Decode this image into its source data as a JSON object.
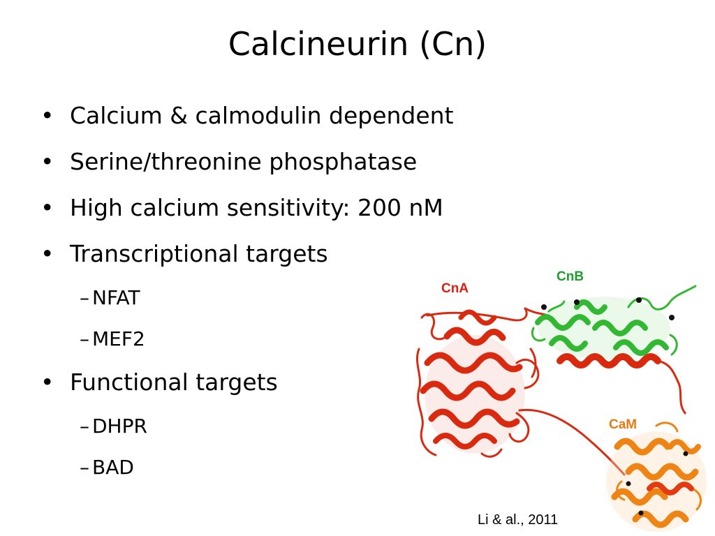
{
  "title": "Calcineurin (Cn)",
  "bullets": [
    "Calcium & calmodulin dependent",
    "Serine/threonine phosphatase",
    "High calcium sensitivity: 200 nM",
    "Transcriptional targets",
    "Functional targets"
  ],
  "transcriptional_targets": [
    "NFAT",
    "MEF2"
  ],
  "functional_targets": [
    "DHPR",
    "BAD"
  ],
  "bullet_glyph": "•",
  "dash_glyph": "–",
  "figure": {
    "labels": {
      "cna": "CnA",
      "cnb": "CnB",
      "cam": "CaM"
    },
    "colors": {
      "cna": "#dd1d12",
      "cnb": "#1f9e2f",
      "cam": "#e87a12"
    },
    "citation": "Li & al., 2011"
  }
}
